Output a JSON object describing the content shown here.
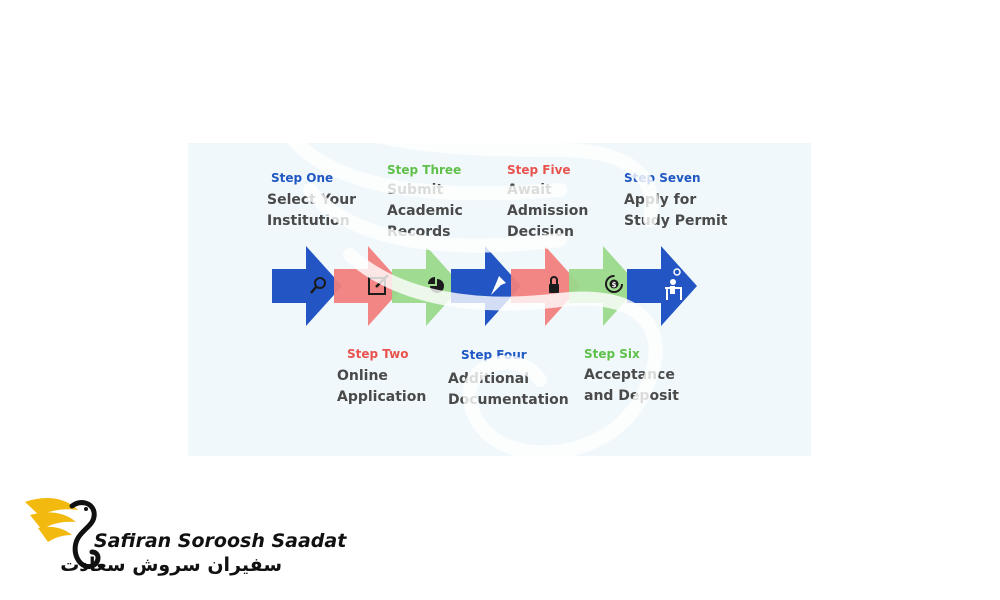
{
  "colors": {
    "blue": "#2356c4",
    "red": "#f17f7d",
    "green": "#9ad98b",
    "title": "#4a4a4a",
    "step_blue": "#1f57c3",
    "step_red": "#e8534e",
    "step_green": "#5fc04b",
    "logo_yellow": "#f2b90f"
  },
  "steps": [
    {
      "num": "Step One",
      "lines": [
        "Select Your",
        "Institution"
      ],
      "color": "blue",
      "icon": "search-icon"
    },
    {
      "num": "Step Two",
      "lines": [
        "Online",
        "Application"
      ],
      "color": "red",
      "icon": "edit-icon"
    },
    {
      "num": "Step Three",
      "lines": [
        "Submit",
        "Academic",
        "Records"
      ],
      "color": "green",
      "icon": "pie-chart-icon"
    },
    {
      "num": "Step Four",
      "lines": [
        "Additional",
        "Documentation"
      ],
      "color": "blue",
      "icon": "pin-icon"
    },
    {
      "num": "Step Five",
      "lines": [
        "Await",
        "Admission",
        "Decision"
      ],
      "color": "red",
      "icon": "lock-icon"
    },
    {
      "num": "Step Six",
      "lines": [
        "Acceptance",
        "and Deposit"
      ],
      "color": "green",
      "icon": "dollar-cycle-icon"
    },
    {
      "num": "Step Seven",
      "lines": [
        "Apply for",
        "Study Permit"
      ],
      "color": "blue",
      "icon": "student-desk-icon"
    }
  ],
  "logo": {
    "english": "Safiran Soroosh Saadat",
    "persian": "سفیران سروش سعادت"
  }
}
